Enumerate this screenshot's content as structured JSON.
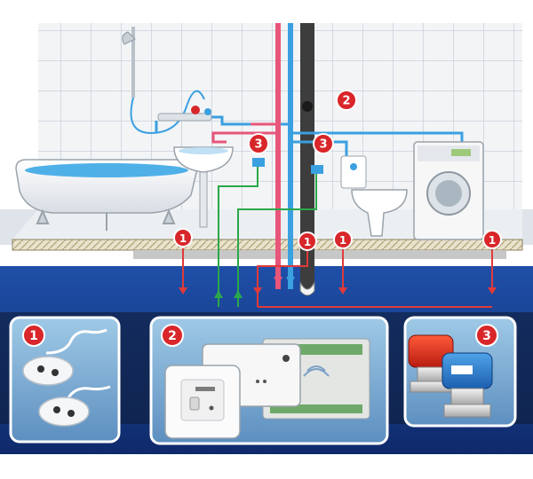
{
  "callouts": {
    "valve_left": "3",
    "valve_right": "3",
    "controller_top": "2",
    "sensor_1": "1",
    "sensor_2": "1",
    "sensor_3": "1",
    "sensor_4": "1",
    "panel_sensors": "1",
    "panel_controller": "2",
    "panel_valves": "3"
  },
  "colors": {
    "hot_pipe": "#e8557a",
    "cold_pipe": "#3aa0e0",
    "signal_line": "#e03a3a",
    "control_line": "#2aa84a",
    "badge": "#d8262a",
    "floor_band": "#1c3f8f"
  }
}
